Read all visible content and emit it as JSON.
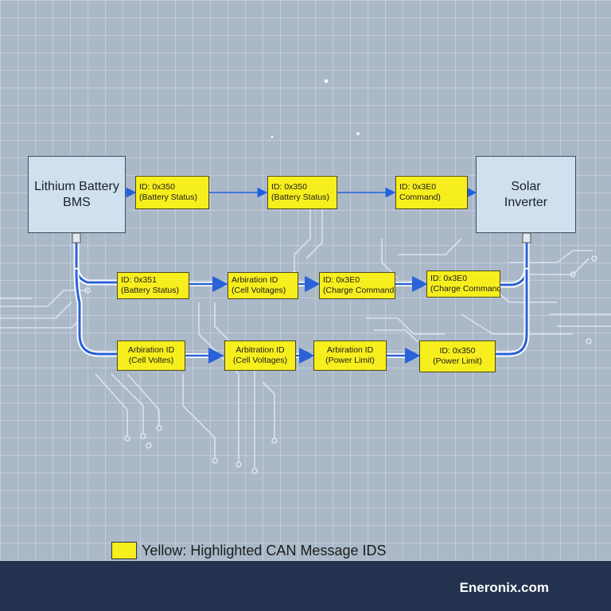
{
  "nodes": {
    "battery": "Lithium Battery\nBMS",
    "inverter": "Solar\nInverter"
  },
  "row1": [
    {
      "line1": "ID: 0x350",
      "line2": "(Battery Status)"
    },
    {
      "line1": "ID: 0x350",
      "line2": "(Battery Status)"
    },
    {
      "line1": "ID: 0x3E0",
      "line2": "Command)"
    }
  ],
  "row2": [
    {
      "line1": "ID: 0x351",
      "line2": "(Battery Status)"
    },
    {
      "line1": "Arbiration ID",
      "line2": "(Cell Voltages)"
    },
    {
      "line1": "ID: 0x3E0",
      "line2": "(Charge Command"
    },
    {
      "line1": "ID: 0x3E0",
      "line2": "(Charge Command"
    }
  ],
  "row3": [
    {
      "line1": "Arbiration ID",
      "line2": "(Cell Voltes)"
    },
    {
      "line1": "Arbitration ID",
      "line2": "(Cell Voltages)"
    },
    {
      "line1": "Arbiration ID",
      "line2": "(Power Limit)"
    },
    {
      "line1": "ID: 0x350",
      "line2": "(Power Limit)"
    }
  ],
  "legend": {
    "label": "Yellow: Highlighted CAN Message IDS"
  },
  "footer": {
    "brand": "Eneronix.com"
  },
  "colors": {
    "message_fill": "#f7ee1e",
    "node_fill": "#cfe0ef",
    "bus_wire": "#2a62d8",
    "footer": "#23334f"
  }
}
